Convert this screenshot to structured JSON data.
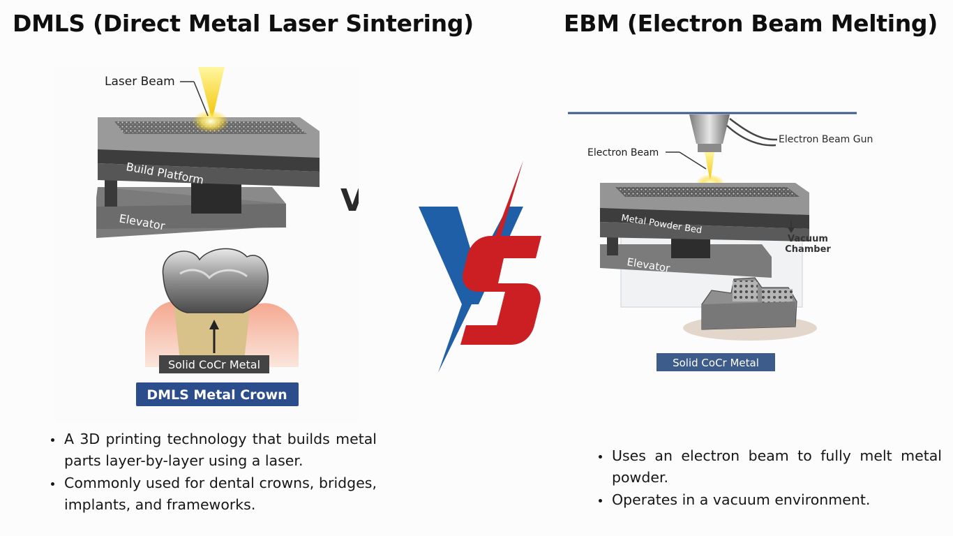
{
  "left": {
    "title": "DMLS (Direct Metal Laser Sintering)",
    "labels": {
      "laser_beam": "Laser Beam",
      "build_platform": "Build Platform",
      "elevator": "Elevator",
      "solid_metal": "Solid CoCr Metal",
      "crown_banner": "DMLS Metal Crown"
    },
    "bullets": [
      "A 3D printing technology that builds metal parts layer-by-layer using a laser.",
      "Commonly used for dental crowns, bridges, implants, and frameworks."
    ]
  },
  "right": {
    "title": "EBM (Electron Beam Melting)",
    "labels": {
      "electron_beam": "Electron Beam",
      "electron_beam_gun": "Electron Beam Gun",
      "metal_powder_bed": "Metal Powder Bed",
      "vacuum_line1": "Vacuum",
      "vacuum_line2": "Chamber",
      "elevator": "Elevator",
      "solid_metal": "Solid CoCr Metal"
    },
    "bullets": [
      "Uses an electron beam to fully melt metal powder.",
      "Operates in a vacuum environment."
    ]
  },
  "colors": {
    "vs_blue": "#1f5fa8",
    "vs_red": "#cc1f24",
    "banner_blue": "#2c4d8c",
    "label_gray": "#4a4a4a"
  }
}
